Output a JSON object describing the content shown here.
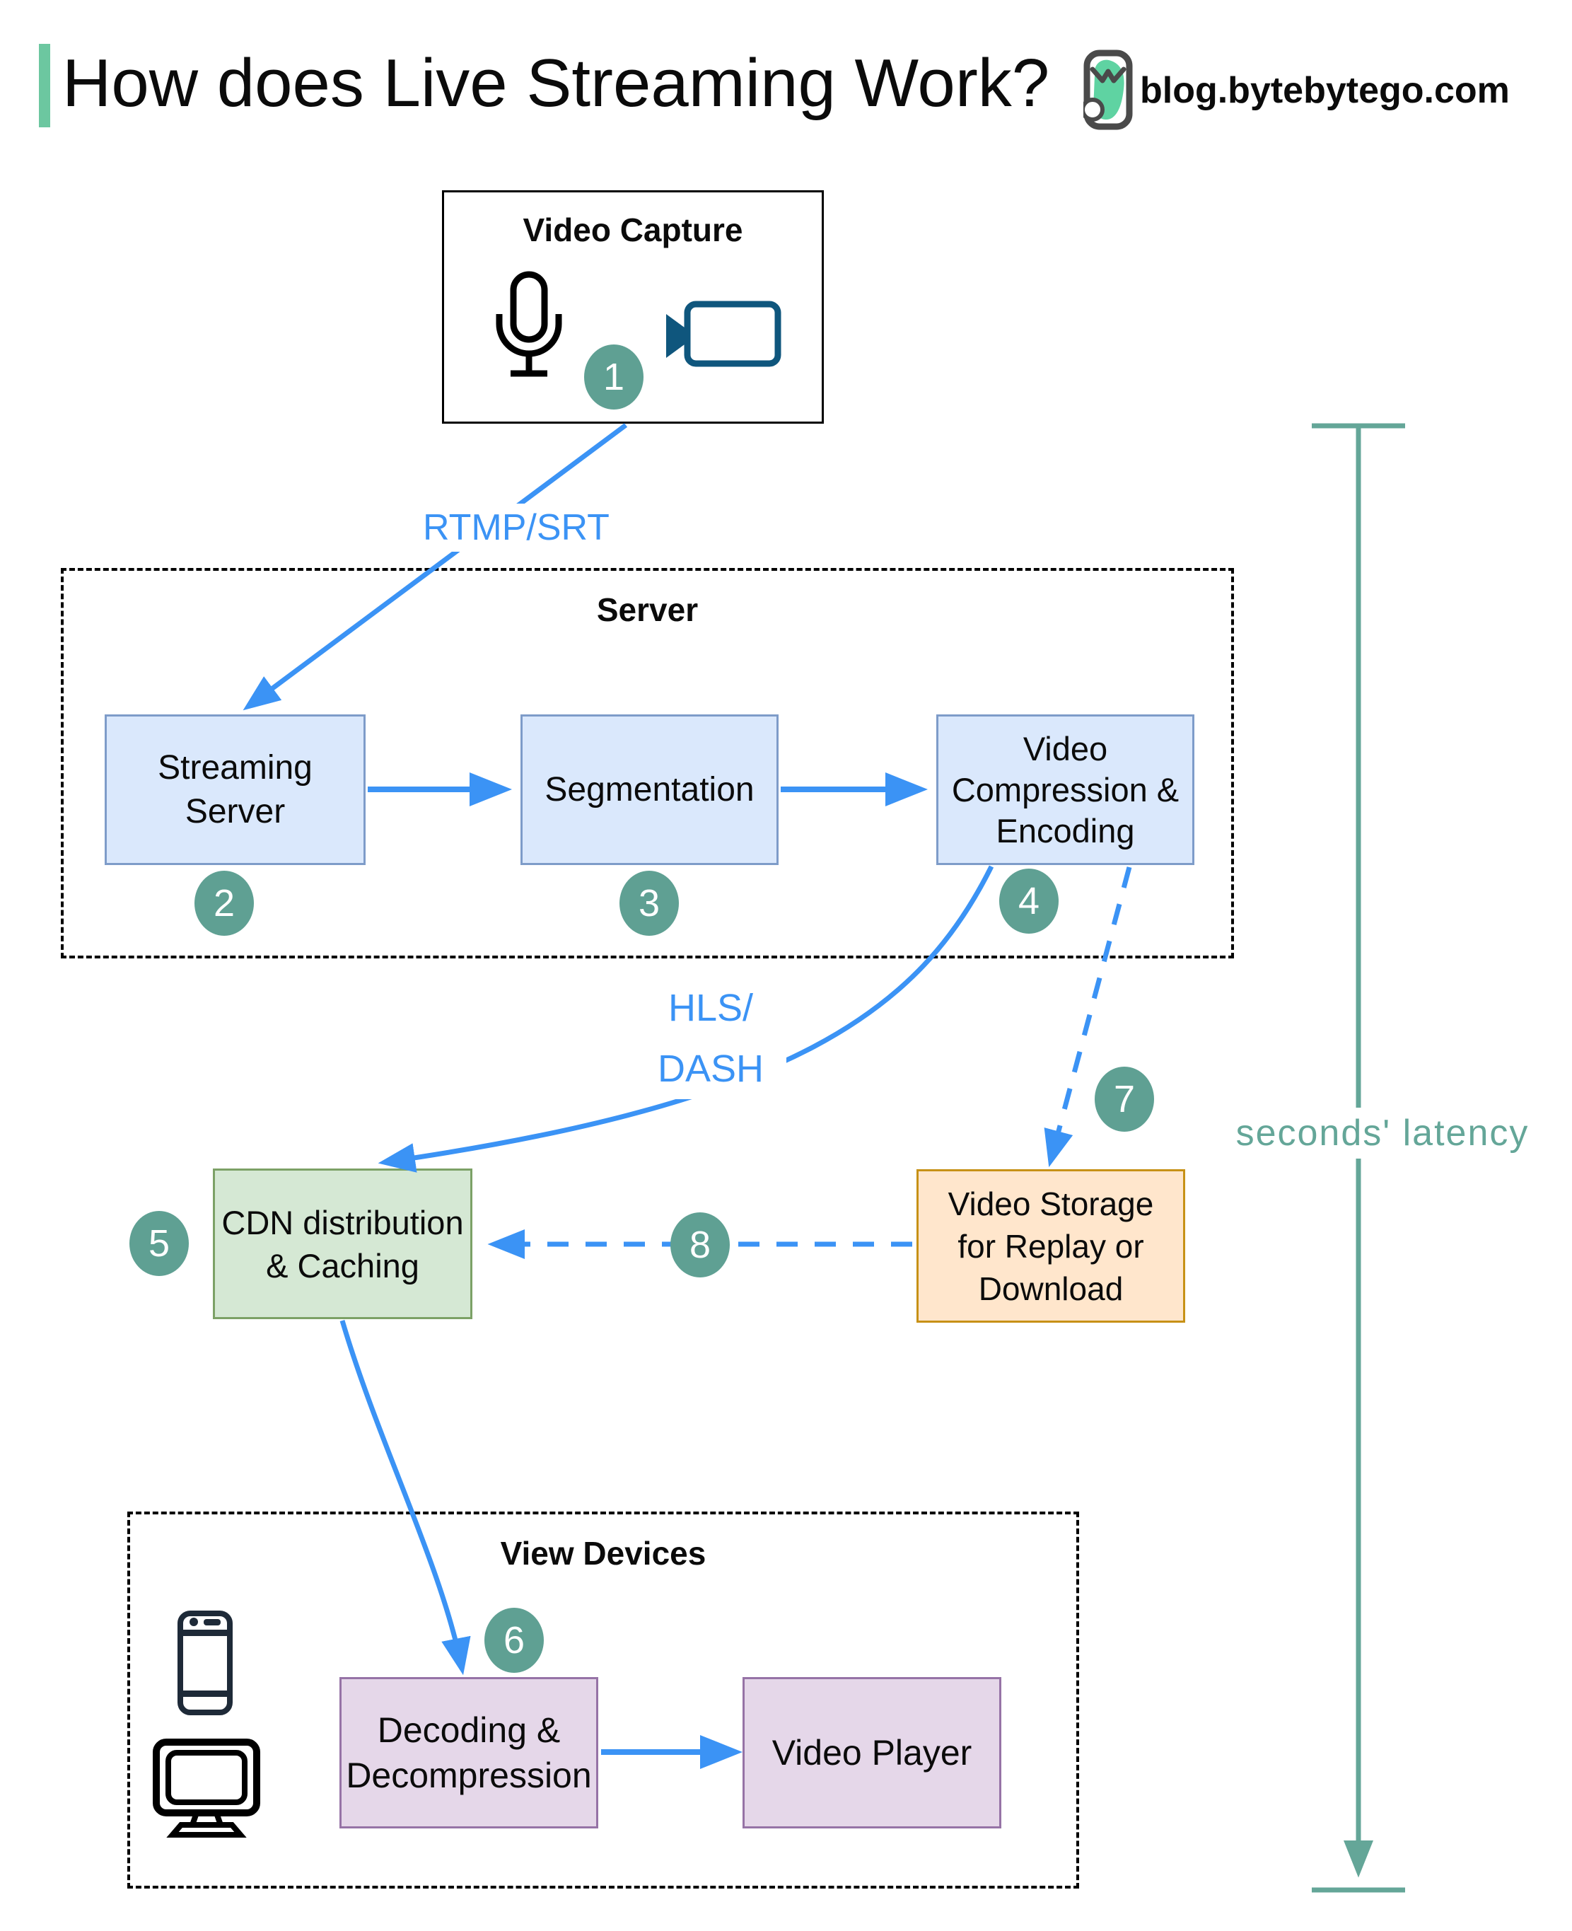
{
  "header": {
    "title": "How does Live Streaming Work?",
    "site": "blog.bytebytego.com",
    "accent_color": "#6cc7a0"
  },
  "icons": {
    "logo": "bytebytego-logo",
    "capture": [
      "microphone",
      "video-camera"
    ],
    "view_devices": [
      "smartphone",
      "desktop-monitor"
    ]
  },
  "colors": {
    "flow_blue": "#3b93f5",
    "step_badge_teal": "#5fa093",
    "latency_teal": "#64a698",
    "server_box_fill": "#dae8fc",
    "server_box_border": "#7e9cc9",
    "cdn_fill": "#d5e8d4",
    "cdn_border": "#7ca166",
    "storage_fill": "#ffe6cc",
    "storage_border": "#c79116",
    "device_box_fill": "#e5d7e9",
    "device_box_border": "#9673a6"
  },
  "capture": {
    "title": "Video Capture",
    "step": "1"
  },
  "flow_labels": {
    "ingest_protocol": "RTMP/SRT",
    "delivery_protocol": {
      "lines": [
        "HLS/",
        "DASH"
      ]
    }
  },
  "server": {
    "title": "Server",
    "streaming": {
      "lines": [
        "Streaming",
        "Server"
      ],
      "step": "2"
    },
    "segmentation": {
      "label": "Segmentation",
      "step": "3"
    },
    "compression": {
      "lines": [
        "Video",
        "Compression &",
        "Encoding"
      ],
      "step": "4"
    }
  },
  "cdn": {
    "lines": [
      "CDN distribution",
      "& Caching"
    ],
    "step": "5"
  },
  "storage": {
    "lines": [
      "Video Storage",
      "for Replay or",
      "Download"
    ],
    "step": "7",
    "to_cdn_step": "8"
  },
  "view_devices": {
    "title": "View Devices",
    "decoding": {
      "lines": [
        "Decoding &",
        "Decompression"
      ],
      "step": "6"
    },
    "player": {
      "label": "Video Player"
    }
  },
  "latency": {
    "label": "seconds' latency"
  }
}
